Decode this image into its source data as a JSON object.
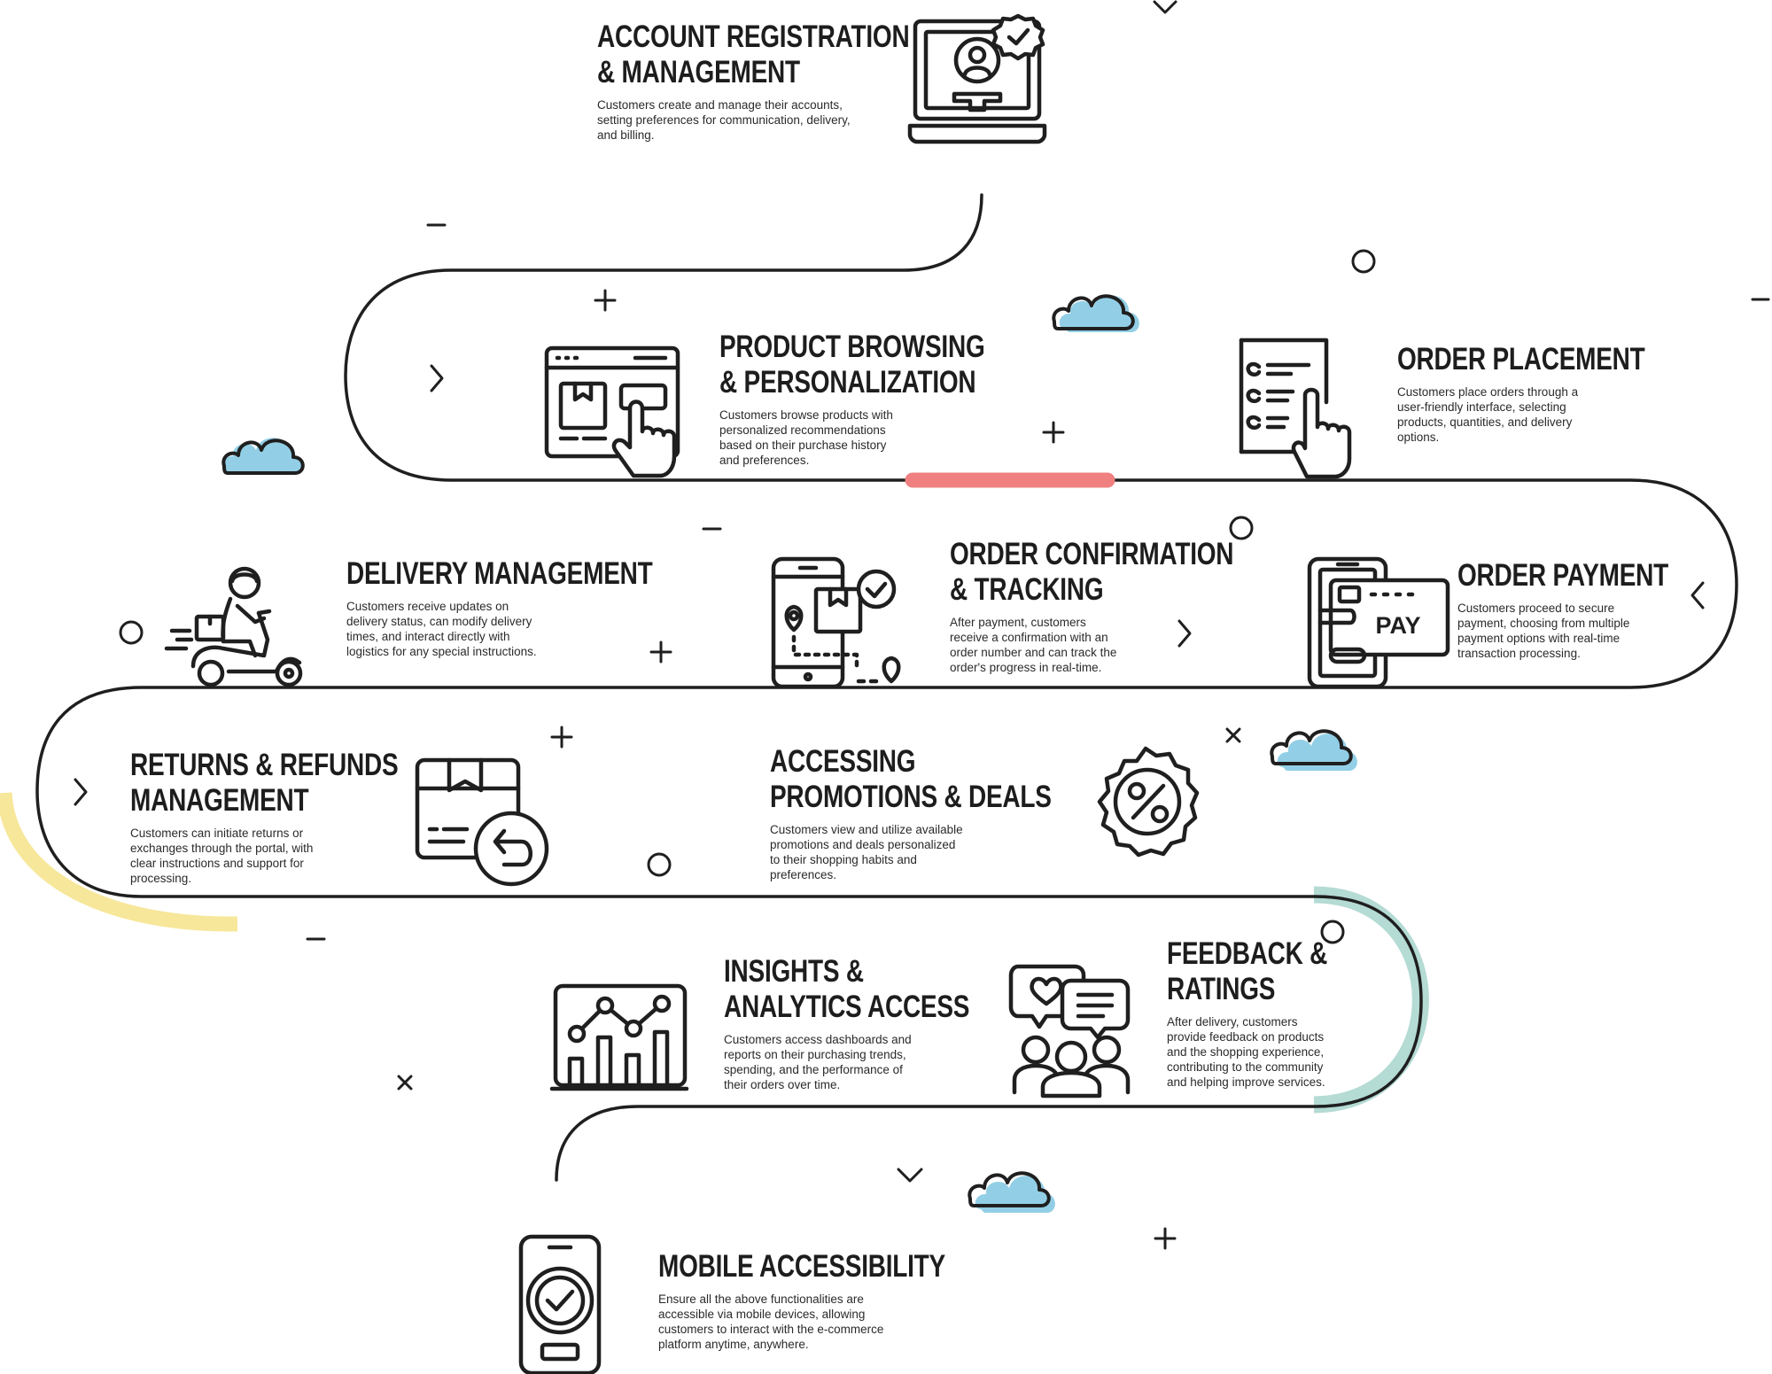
{
  "colors": {
    "line": "#1f1f1f",
    "cloud": "#92cfe6",
    "pink": "#f08080",
    "yellow": "#f7e79a",
    "teal": "#b4dbd4"
  },
  "steps": [
    {
      "id": "account",
      "title": "ACCOUNT REGISTRATION\n& MANAGEMENT",
      "desc": "Customers create and manage their accounts,\nsetting preferences for communication, delivery,\nand billing.",
      "icon": "laptop-user-check-icon"
    },
    {
      "id": "browsing",
      "title": "PRODUCT BROWSING\n& PERSONALIZATION",
      "desc": "Customers browse products with\npersonalized recommendations\nbased on their purchase history\nand preferences.",
      "icon": "browser-click-icon"
    },
    {
      "id": "placement",
      "title": "ORDER PLACEMENT",
      "desc": "Customers place orders through a\nuser-friendly interface, selecting\nproducts, quantities, and delivery\noptions.",
      "icon": "checklist-tap-icon"
    },
    {
      "id": "delivery",
      "title": "DELIVERY MANAGEMENT",
      "desc": "Customers receive updates on\ndelivery status, can modify delivery\ntimes, and interact directly with\nlogistics for any special instructions.",
      "icon": "scooter-courier-icon"
    },
    {
      "id": "confirmation",
      "title": "ORDER CONFIRMATION\n& TRACKING",
      "desc": "After payment, customers\nreceive a confirmation with an\norder number and can track the\norder's progress in real-time.",
      "icon": "phone-tracking-icon"
    },
    {
      "id": "payment",
      "title": "ORDER PAYMENT",
      "desc": "Customers proceed to secure\npayment, choosing from multiple\npayment options with real-time\ntransaction processing.",
      "icon": "phone-pay-icon",
      "icon_text": "PAY"
    },
    {
      "id": "returns",
      "title": "RETURNS & REFUNDS\nMANAGEMENT",
      "desc": "Customers can initiate returns or\nexchanges through the portal, with\nclear instructions and support for\nprocessing.",
      "icon": "box-return-icon"
    },
    {
      "id": "promotions",
      "title": "ACCESSING\nPROMOTIONS & DEALS",
      "desc": "Customers view and utilize available\npromotions and deals personalized\nto their shopping habits and\npreferences.",
      "icon": "percent-badge-icon",
      "icon_text": "%"
    },
    {
      "id": "insights",
      "title": "INSIGHTS &\nANALYTICS ACCESS",
      "desc": "Customers access dashboards and\nreports on their purchasing trends,\nspending, and the performance of\ntheir orders over time.",
      "icon": "analytics-chart-icon"
    },
    {
      "id": "feedback",
      "title": "FEEDBACK &\nRATINGS",
      "desc": "After delivery, customers\nprovide feedback on products\nand the shopping experience,\ncontributing to the community\nand helping improve services.",
      "icon": "feedback-group-icon"
    },
    {
      "id": "mobile",
      "title": "MOBILE ACCESSIBILITY",
      "desc": "Ensure all the above functionalities are\naccessible via mobile devices, allowing\ncustomers to interact with the e-commerce\nplatform anytime, anywhere.",
      "icon": "mobile-check-icon"
    }
  ]
}
